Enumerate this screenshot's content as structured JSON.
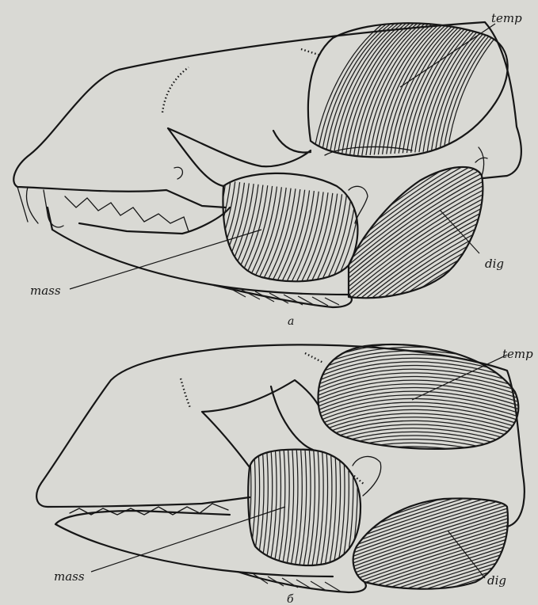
{
  "figure": {
    "top": {
      "sublabel": "a",
      "labels": {
        "temp": "temp",
        "mass": "mass",
        "dig": "dig"
      }
    },
    "bottom": {
      "sublabel": "б",
      "labels": {
        "temp": "temp",
        "mass": "mass",
        "dig": "dig"
      }
    }
  }
}
